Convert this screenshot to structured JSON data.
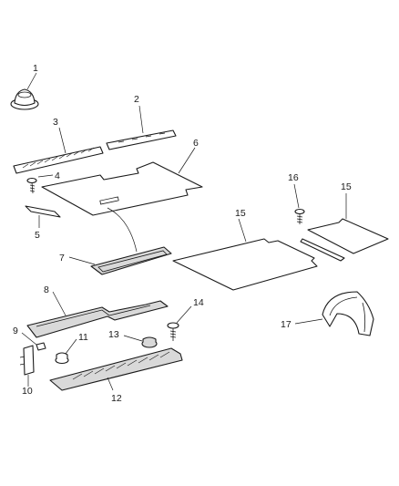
{
  "callouts": {
    "c1": "1",
    "c2": "2",
    "c3": "3",
    "c4": "4",
    "c5": "5",
    "c6": "6",
    "c7": "7",
    "c8": "8",
    "c9": "9",
    "c10": "10",
    "c11": "11",
    "c12": "12",
    "c13": "13",
    "c14": "14",
    "c15a": "15",
    "c15b": "15",
    "c16": "16",
    "c17": "17"
  }
}
